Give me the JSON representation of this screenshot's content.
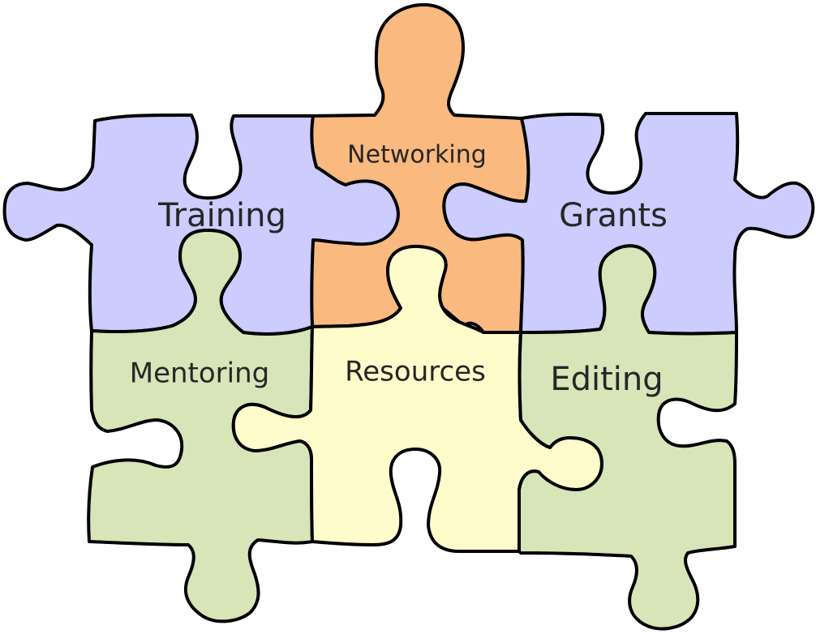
{
  "pieces": {
    "networking": {
      "label": "Networking",
      "color": "#F9B97F"
    },
    "training": {
      "label": "Training",
      "color": "#CCCCFF"
    },
    "grants": {
      "label": "Grants",
      "color": "#CCCCFF"
    },
    "mentoring": {
      "label": "Mentoring",
      "color": "#D7E5B9"
    },
    "resources": {
      "label": "Resources",
      "color": "#FEFCCB"
    },
    "editing": {
      "label": "Editing",
      "color": "#D7E5B9"
    }
  }
}
